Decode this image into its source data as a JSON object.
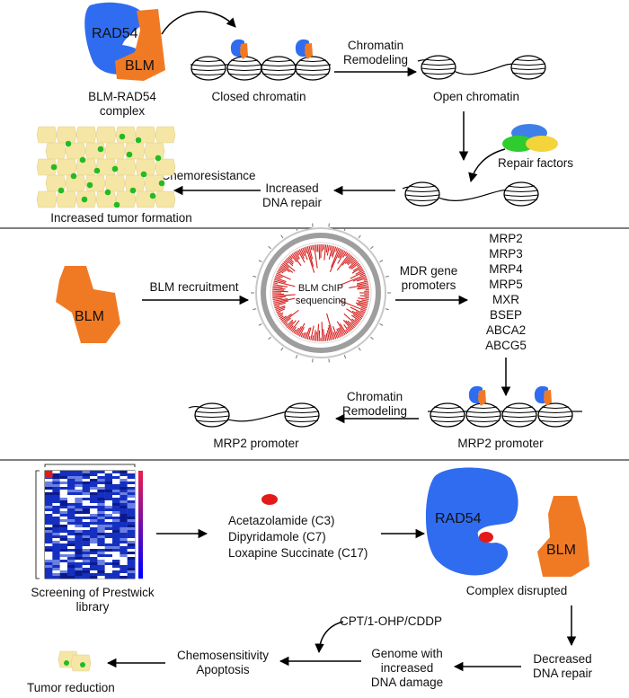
{
  "colors": {
    "rad54": "#2f6cf0",
    "blm": "#f07a24",
    "drug": "#e41a1a",
    "cell": "#f5e6a6",
    "cell_dot": "#22bb22",
    "repair_blue": "#3f7fe8",
    "repair_green": "#2ecc2e",
    "repair_yellow": "#f3d43a",
    "chip_red": "#d62020",
    "heatmap_blue": "#1530c0"
  },
  "panel1": {
    "rad54_label": "RAD54",
    "blm_label": "BLM",
    "complex_label_line1": "BLM-RAD54",
    "complex_label_line2": "complex",
    "closed_chromatin": "Closed chromatin",
    "remodeling_line1": "Chromatin",
    "remodeling_line2": "Remodeling",
    "open_chromatin": "Open chromatin",
    "repair_factors": "Repair factors",
    "increased_repair_line1": "Increased",
    "increased_repair_line2": "DNA repair",
    "chemoresistance": "Chemoresistance",
    "tumor_formation": "Increased tumor formation"
  },
  "panel2": {
    "blm_label": "BLM",
    "recruitment": "BLM recruitment",
    "chip_line1": "BLM ChIP",
    "chip_line2": "sequencing",
    "mdr_line1": "MDR gene",
    "mdr_line2": "promoters",
    "genes": [
      "MRP2",
      "MRP3",
      "MRP4",
      "MRP5",
      "MXR",
      "BSEP",
      "ABCA2",
      "ABCG5"
    ],
    "remodeling_line1": "Chromatin",
    "remodeling_line2": "Remodeling",
    "mrp2_promoter_left": "MRP2 promoter",
    "mrp2_promoter_right": "MRP2 promoter"
  },
  "panel3": {
    "screening_line1": "Screening of Prestwick",
    "screening_line2": "library",
    "compounds": [
      "Acetazolamide (C3)",
      "Dipyridamole (C7)",
      "Loxapine Succinate (C17)"
    ],
    "rad54_label": "RAD54",
    "blm_label": "BLM",
    "complex_disrupted": "Complex disrupted",
    "decreased_line1": "Decreased",
    "decreased_line2": "DNA repair",
    "drugs": "CPT/1-OHP/CDDP",
    "genome_line1": "Genome with",
    "genome_line2": "increased",
    "genome_line3": "DNA damage",
    "chemosens_line1": "Chemosensitivity",
    "chemosens_line2": "Apoptosis",
    "tumor_reduction": "Tumor reduction"
  }
}
